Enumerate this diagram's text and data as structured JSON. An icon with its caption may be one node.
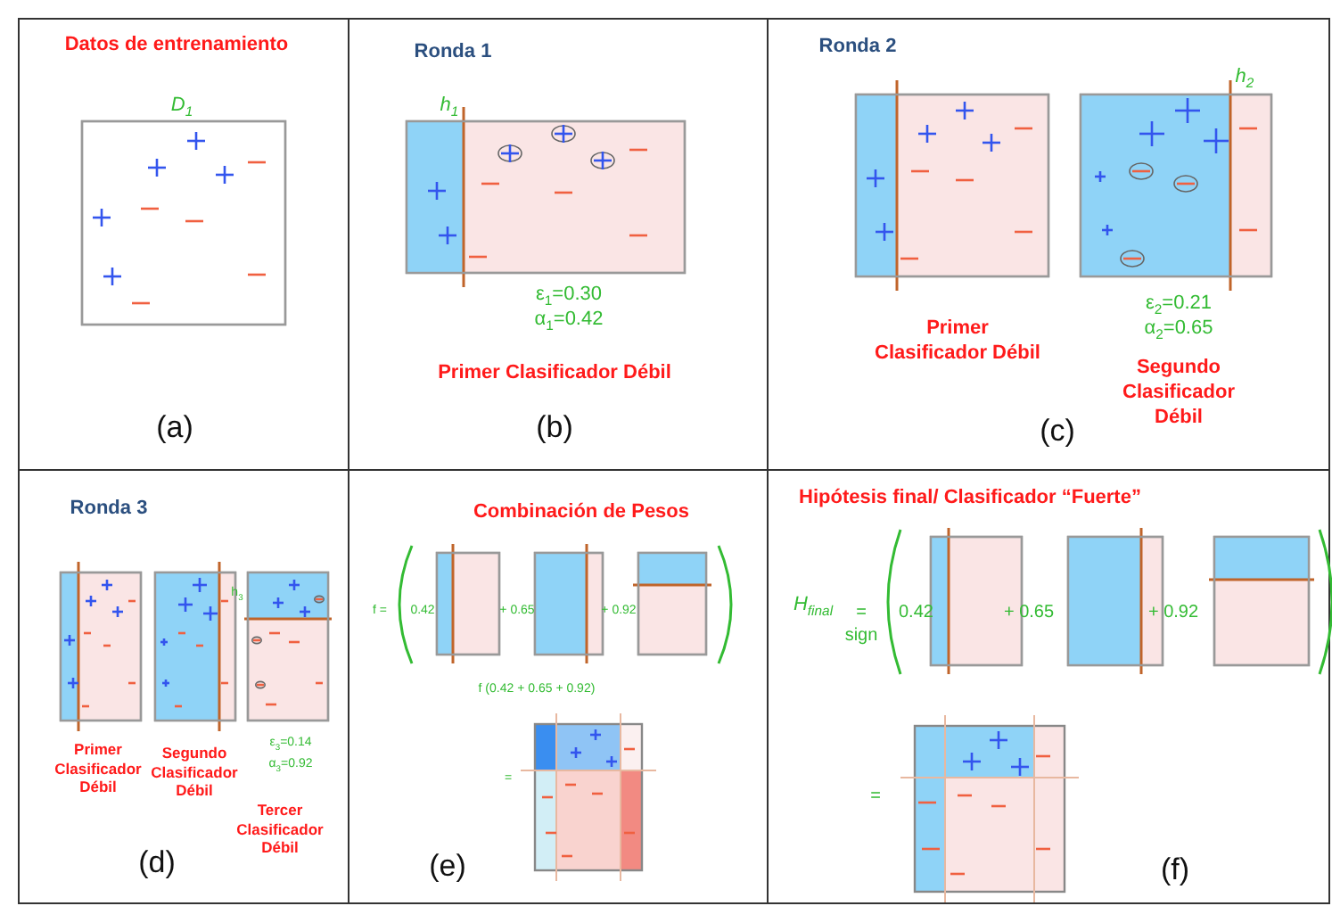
{
  "diagram": {
    "nodes": [
      {
        "text": [
          "Datos de **entrenamiento**",
          "D$_{1}$",
          "(a)"
        ]
      },
      {
        "text": [
          "Ronda 1",
          "h$_{1}$",
          "ε$_{1}$=0.30",
          "α$_{1}$=0.42",
          "Primer Clasificador Débil",
          "(b)"
        ]
      },
      {
        "text": [
          "Ronda 2",
          "h$_{2}$",
          "Primer Clasificador Débil",
          "ε$_{2}$=0.21",
          "α$_{2}$=0.65",
          "Segundo Clasificador Débil",
          "(c)"
        ]
      },
      {
        "text": [
          "Ronda 3",
          "h$_{3}$",
          "Primer Clasificador Débil",
          "Segundo Clasificador Débil",
          "ε$_{3}$=0.14",
          "α$_{3}$=0.92",
          "Tercer Clasificador Débil",
          "(d)"
        ]
      },
      {
        "text": [
          "Combinación de Pesos",
          "f =",
          "0.42",
          "+ 0.65",
          "+ 0.92",
          "f (0.42 + 0.65 + 0.92)",
          "=",
          "(e)"
        ]
      },
      {
        "text": [
          "Hipótesis final/ Clasificador “Fuerte”",
          "H$_{final}$",
          "= sign",
          "0.42",
          "+ 0.65",
          "+ 0.92",
          "=",
          "(f)"
        ]
      }
    ]
  }
}
